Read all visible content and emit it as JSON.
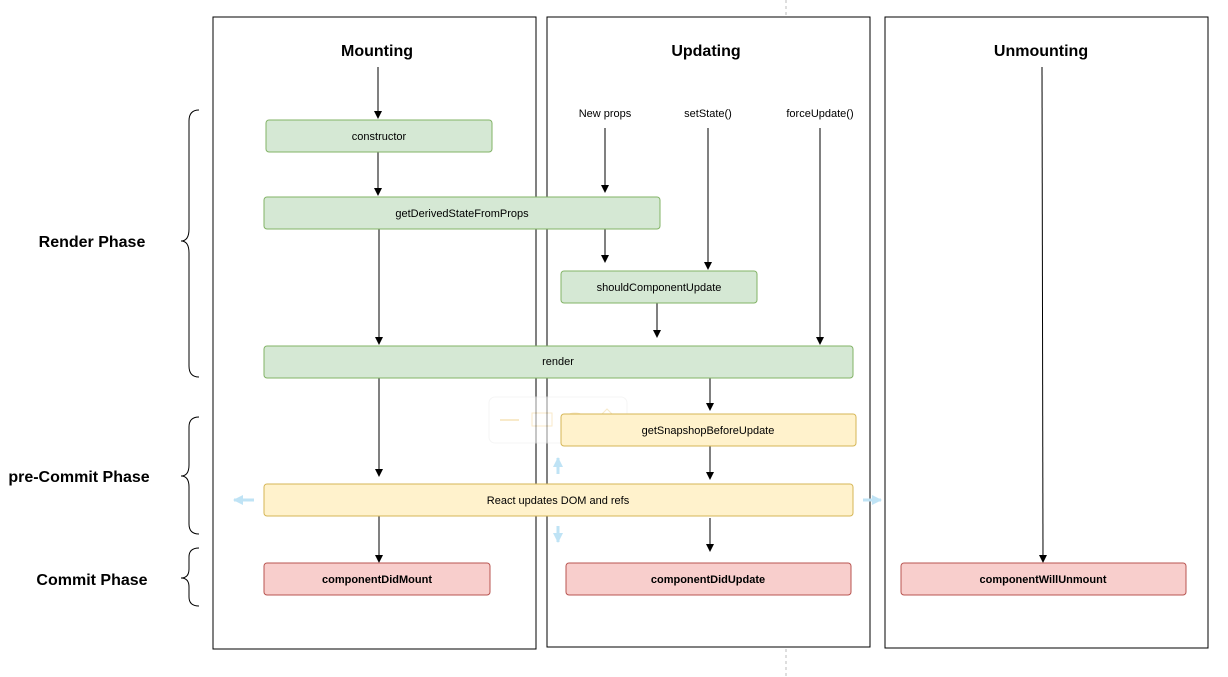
{
  "phases": {
    "render": "Render Phase",
    "pre_commit": "pre-Commit Phase",
    "commit": "Commit Phase"
  },
  "columns": {
    "mounting": "Mounting",
    "updating": "Updating",
    "unmounting": "Unmounting"
  },
  "triggers": {
    "new_props": "New props",
    "set_state": "setState()",
    "force_update": "forceUpdate()"
  },
  "nodes": {
    "constructor": "constructor",
    "get_derived_state": "getDerivedStateFromProps",
    "should_component_update": "shouldComponentUpdate",
    "render": "render",
    "get_snapshot": "getSnapshopBeforeUpdate",
    "react_updates_dom": "React updates DOM and refs",
    "component_did_mount": "componentDidMount",
    "component_did_update": "componentDidUpdate",
    "component_will_unmount": "componentWillUnmount"
  },
  "colors": {
    "green_fill": "#d5e8d4",
    "green_stroke": "#82b366",
    "yellow_fill": "#fff2cc",
    "yellow_stroke": "#d6b656",
    "red_fill": "#f8cecc",
    "red_stroke": "#b85450",
    "overlay_hint": "#bfe3f5"
  }
}
